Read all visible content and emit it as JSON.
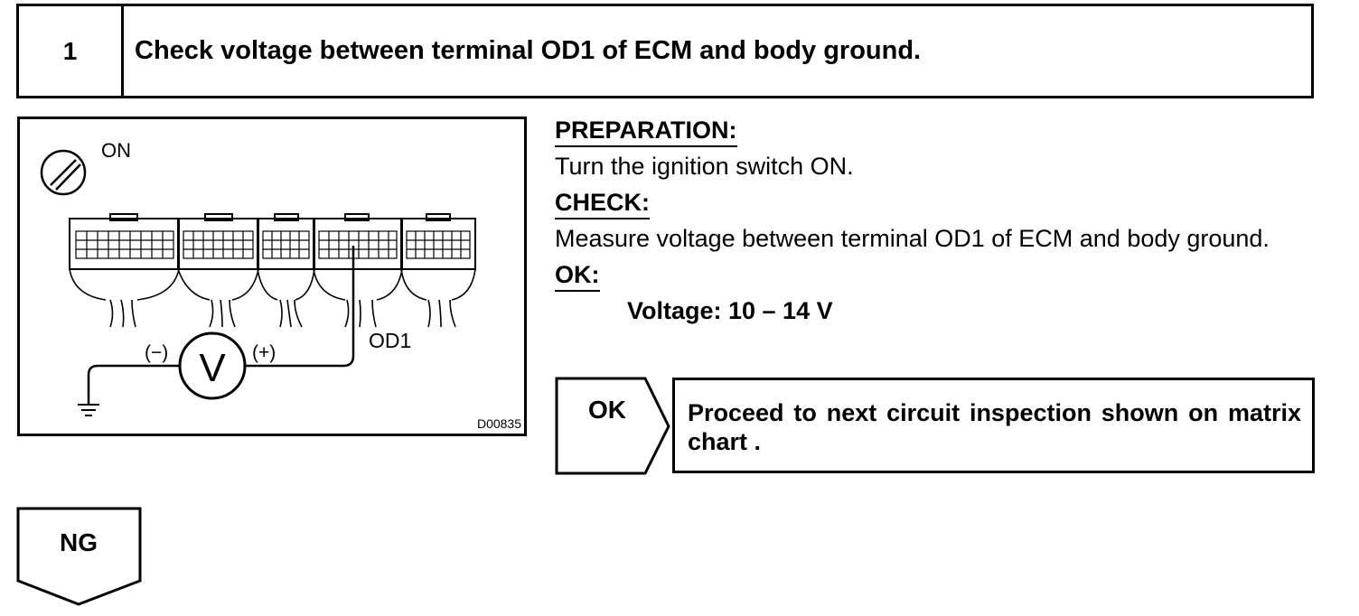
{
  "step": {
    "number": "1",
    "title": "Check voltage between terminal OD1 of ECM and body ground."
  },
  "illustration": {
    "ignition_label": "ON",
    "terminal_label": "OD1",
    "negative_label": "(−)",
    "positive_label": "(+)",
    "meter_symbol": "V",
    "figure_code": "D00835"
  },
  "procedure": {
    "preparation_heading": "PREPARATION:",
    "preparation_text": "Turn the ignition switch ON.",
    "check_heading": "CHECK:",
    "check_text": "Measure voltage between terminal OD1 of ECM and body ground.",
    "ok_heading": "OK:",
    "spec": "Voltage: 10 – 14 V"
  },
  "result_ok": {
    "label": "OK",
    "action": "Proceed to next circuit inspection shown on matrix chart ."
  },
  "result_ng": {
    "label": "NG"
  }
}
